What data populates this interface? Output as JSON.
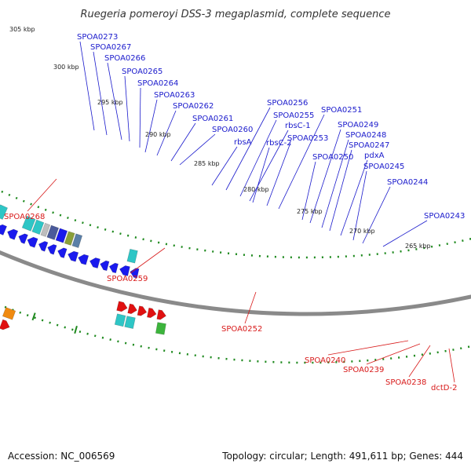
{
  "title": "Ruegeria pomeroyi DSS-3 megaplasmid, complete sequence",
  "footer": {
    "accession": "Accession: NC_006569",
    "stats": "Topology: circular; Length: 491,611 bp; Genes: 444"
  },
  "colors": {
    "backbone": "#8a8a8a",
    "tick": "#1f8a1f",
    "forward_label": "#1a1acc",
    "reverse_label": "#d81a1a",
    "gene_blue": "#1a1aee",
    "gene_red": "#e01010",
    "gene_cyan": "#2ec6c6",
    "gene_navy": "#0e1a6e",
    "gene_steel": "#5a7fa8",
    "gene_gray": "#bdbdbd",
    "gene_olive": "#8aa03a",
    "gene_orange": "#f08a10",
    "gene_slate": "#4a5a9a",
    "gene_green": "#3cb43c"
  },
  "ticks": [
    "305 kbp",
    "300 kbp",
    "295 kbp",
    "290 kbp",
    "285 kbp",
    "280 kbp",
    "275 kbp",
    "270 kbp",
    "265 kbp"
  ],
  "forward_labels": [
    "SPOA0273",
    "SPOA0267",
    "SPOA0266",
    "SPOA0265",
    "SPOA0264",
    "SPOA0263",
    "SPOA0262",
    "SPOA0261",
    "SPOA0260",
    "rbsA",
    "SPOA0256",
    "SPOA0255",
    "rbsC-1",
    "rbsC-2",
    "SPOA0253",
    "SPOA0251",
    "SPOA0249",
    "SPOA0248",
    "SPOA0247",
    "SPOA0250",
    "pdxA",
    "SPOA0245",
    "SPOA0244",
    "SPOA0243"
  ],
  "reverse_labels": [
    "SPOA0268",
    "SPOA0259",
    "SPOA0252",
    "SPOA0240",
    "SPOA0239",
    "SPOA0238",
    "dctD-2"
  ]
}
